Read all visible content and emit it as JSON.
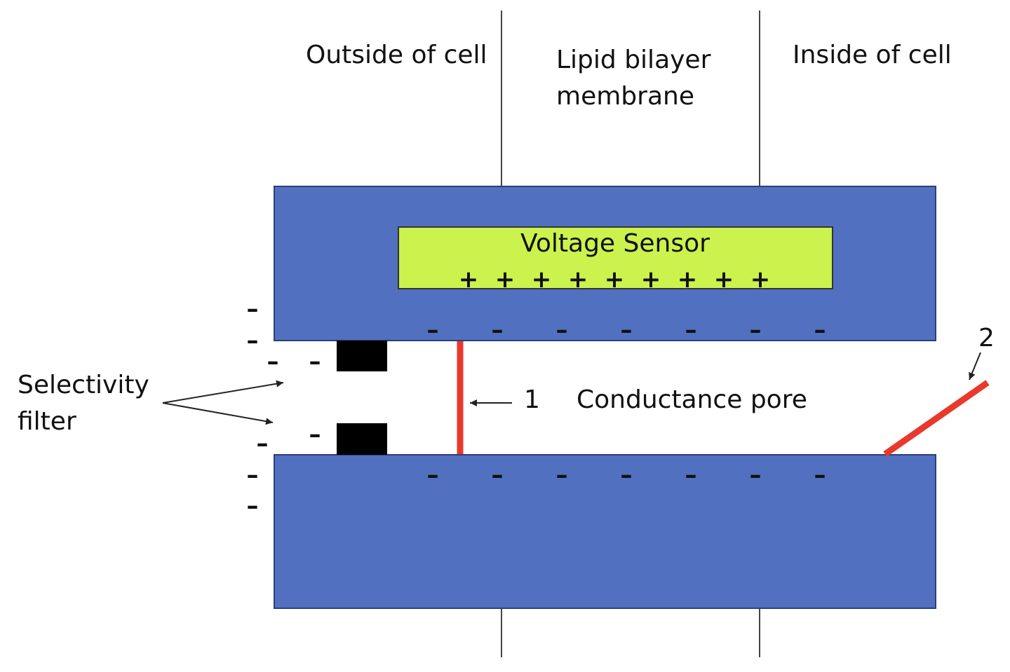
{
  "labels": {
    "outside": "Outside of cell",
    "membrane_line1": "Lipid bilayer",
    "membrane_line2": "membrane",
    "inside": "Inside of cell",
    "voltage_sensor": "Voltage Sensor",
    "selectivity_line1": "Selectivity",
    "selectivity_line2": "filter",
    "gate1": "1",
    "gate2": "2",
    "pore": "Conductance pore"
  },
  "signs": {
    "plus": "+",
    "minus": "–",
    "sensor_plus_count": 9,
    "upper_inner_minus_count": 7,
    "lower_inner_minus_count": 7
  },
  "colors": {
    "protein": "#5170bf",
    "sensor": "#ccf24d",
    "gate": "#e8392c",
    "filter": "#000000",
    "line": "#444444"
  }
}
